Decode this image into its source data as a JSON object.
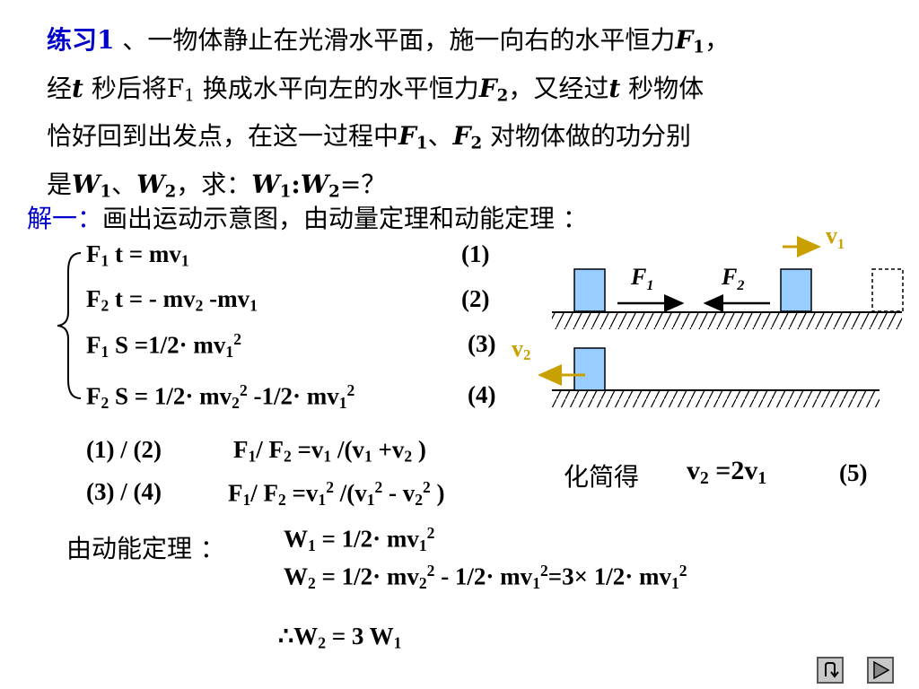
{
  "problem": {
    "label": "练习1",
    "line1_a": " 、一物体静止在光滑水平面，施一向右的水平恒力",
    "line1_b": "，",
    "line2_a": "经",
    "line2_b": " 秒后将F",
    "line2_c": " 换成水平向左的水平恒力",
    "line2_d": "，又经过",
    "line2_e": " 秒物体",
    "line3_a": "恰好回到出发点，在这一过程中",
    "line3_b": "、",
    "line3_c": " 对物体做的功分别",
    "line4_a": "是",
    "line4_b": "、",
    "line4_c": "，求：",
    "line4_d": "=？",
    "F": "F",
    "t": "t",
    "W": "W",
    "one": "1",
    "two": "2",
    "colon": ":"
  },
  "solution": {
    "title": "解一：",
    "intro": "画出运动示意图，由动量定理和动能定理 ："
  },
  "equations": [
    {
      "text_a": "F",
      "sub_a": "1",
      "text_b": " t = mv",
      "sub_b": "1",
      "num": "(1)"
    },
    {
      "text_a": "F",
      "sub_a": "2",
      "text_b": " t = - mv",
      "sub_b": "2",
      "text_c": " -mv",
      "sub_c": "1",
      "num": "(2)"
    },
    {
      "text_a": "F",
      "sub_a": "1",
      "text_b": " S =1/2· mv",
      "sub_b": "1",
      "sup_b": "2",
      "num": "(3)"
    },
    {
      "text_a": "F",
      "sub_a": "2",
      "text_b": " S = 1/2· mv",
      "sub_b": "2",
      "sup_b": "2",
      "text_c": " -1/2· mv",
      "sub_c": "1",
      "sup_c": "2",
      "num": "(4)"
    }
  ],
  "ratios": {
    "r1_label": "(1) / (2)",
    "r2_label": "(3) / (4)",
    "simplify": "化简得",
    "result": "v",
    "result_b": " =2v",
    "num5": "(5)"
  },
  "energy": {
    "label": "由动能定理 ：",
    "w1": "W",
    "w1_rest": " = 1/2· mv",
    "w2_rest": " = 1/2· mv",
    "w2_mid": " - 1/2· mv",
    "w2_end": "=3× 1/2· mv",
    "therefore": "∴W",
    "therefore_rest": " = 3 W"
  },
  "diagram": {
    "v1": "v",
    "v2": "v",
    "F1": "F",
    "F2": "F",
    "one": "1",
    "two": "2",
    "arrow_color": "#c8a000",
    "block_color": "#99ccff"
  },
  "nav": {
    "back_icon": "return-icon",
    "next_icon": "play-next-icon"
  }
}
